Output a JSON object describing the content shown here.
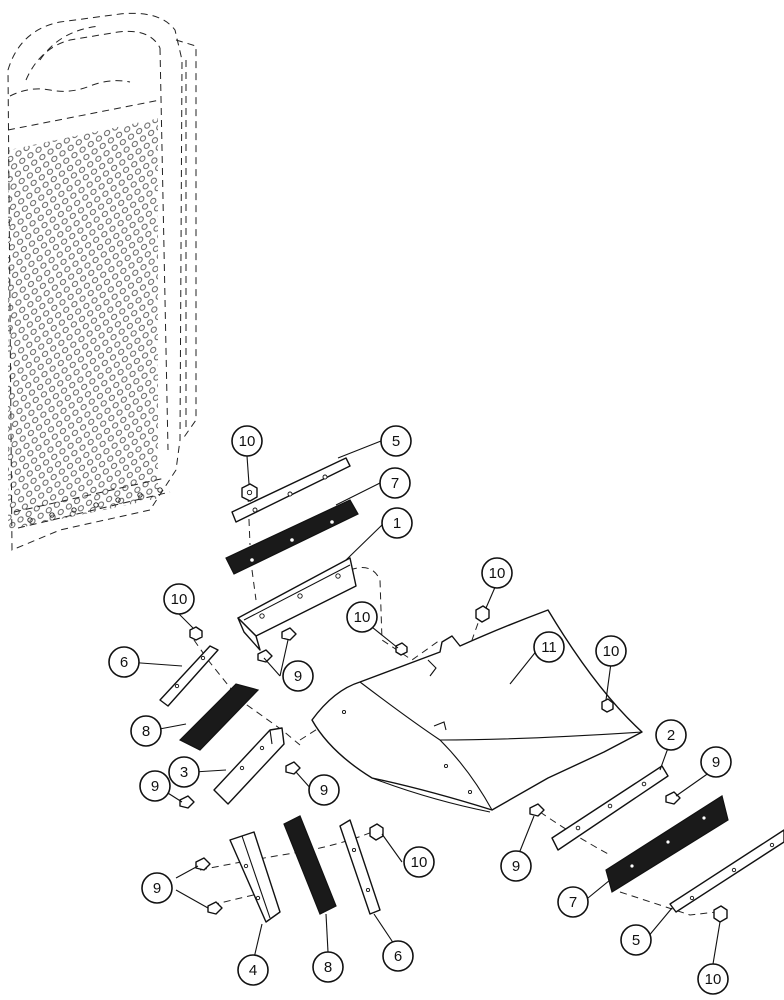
{
  "diagram": {
    "callouts": [
      {
        "label": "10"
      },
      {
        "label": "5"
      },
      {
        "label": "7"
      },
      {
        "label": "1"
      },
      {
        "label": "10"
      },
      {
        "label": "10"
      },
      {
        "label": "10"
      },
      {
        "label": "6"
      },
      {
        "label": "9"
      },
      {
        "label": "11"
      },
      {
        "label": "10"
      },
      {
        "label": "8"
      },
      {
        "label": "2"
      },
      {
        "label": "3"
      },
      {
        "label": "9"
      },
      {
        "label": "9"
      },
      {
        "label": "9"
      },
      {
        "label": "9"
      },
      {
        "label": "10"
      },
      {
        "label": "9"
      },
      {
        "label": "7"
      },
      {
        "label": "5"
      },
      {
        "label": "4"
      },
      {
        "label": "8"
      },
      {
        "label": "6"
      },
      {
        "label": "10"
      }
    ]
  }
}
